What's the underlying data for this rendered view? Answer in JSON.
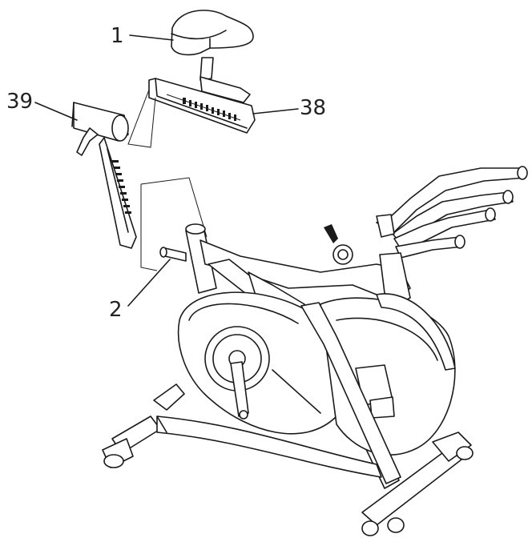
{
  "callouts": [
    {
      "id": "seat",
      "label": "1"
    },
    {
      "id": "seat-post-bracket",
      "label": "39"
    },
    {
      "id": "seat-slide",
      "label": "38"
    },
    {
      "id": "seat-tube-knob",
      "label": "2"
    }
  ],
  "colors": {
    "line": "#1a1a1a",
    "background": "#ffffff"
  }
}
